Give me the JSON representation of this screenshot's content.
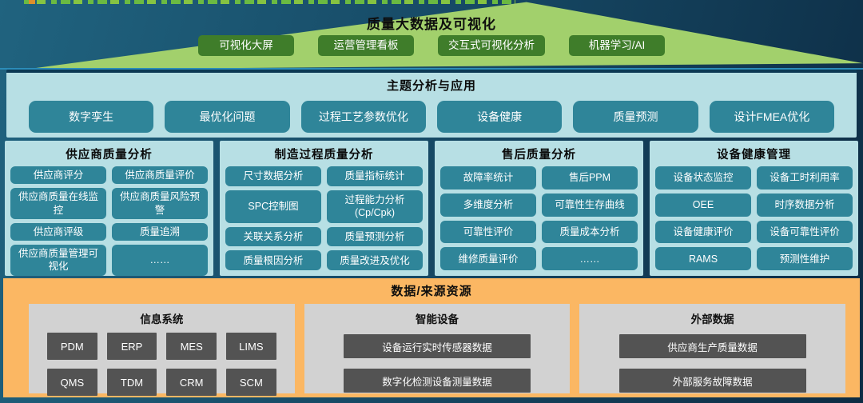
{
  "pyramid": {
    "title": "质量大数据及可视化",
    "buttons": [
      "可视化大屏",
      "运营管理看板",
      "交互式可视化分析",
      "机器学习/AI"
    ]
  },
  "theme_band": {
    "title": "主题分析与应用",
    "buttons": [
      "数字孪生",
      "最优化问题",
      "过程工艺参数优化",
      "设备健康",
      "质量预测",
      "设计FMEA优化"
    ]
  },
  "columns": [
    {
      "title": "供应商质量分析",
      "items": [
        "供应商评分",
        "供应商质量评价",
        "供应商质量在线监控",
        "供应商质量风险预警",
        "供应商评级",
        "质量追溯",
        "供应商质量管理可视化",
        "……"
      ]
    },
    {
      "title": "制造过程质量分析",
      "items": [
        "尺寸数据分析",
        "质量指标统计",
        "SPC控制图",
        "过程能力分析 (Cp/Cpk)",
        "关联关系分析",
        "质量预测分析",
        "质量根因分析",
        "质量改进及优化"
      ]
    },
    {
      "title": "售后质量分析",
      "items": [
        "故障率统计",
        "售后PPM",
        "多维度分析",
        "可靠性生存曲线",
        "可靠性评价",
        "质量成本分析",
        "维修质量评价",
        "……"
      ]
    },
    {
      "title": "设备健康管理",
      "items": [
        "设备状态监控",
        "设备工时利用率",
        "OEE",
        "时序数据分析",
        "设备健康评价",
        "设备可靠性评价",
        "RAMS",
        "预测性维护"
      ]
    }
  ],
  "data_sources": {
    "title": "数据/来源资源",
    "groups": [
      {
        "title": "信息系统",
        "items": [
          "PDM",
          "ERP",
          "MES",
          "LIMS",
          "QMS",
          "TDM",
          "CRM",
          "SCM"
        ]
      },
      {
        "title": "智能设备",
        "items": [
          "设备运行实时传感器数据",
          "数字化检测设备测量数据"
        ]
      },
      {
        "title": "外部数据",
        "items": [
          "供应商生产质量数据",
          "外部服务故障数据"
        ]
      }
    ]
  },
  "colors": {
    "background_dark_teal": "#123a55",
    "pyramid_green": "#a2d06c",
    "dark_green_button": "#3f7d2a",
    "light_blue_panel": "#b7dfe4",
    "teal_button": "#2f8599",
    "orange_section": "#fbb763",
    "gray_group_panel": "#d2d2d2",
    "dark_gray_button": "#535353",
    "bottom_strip_navy": "#0b2c41"
  }
}
